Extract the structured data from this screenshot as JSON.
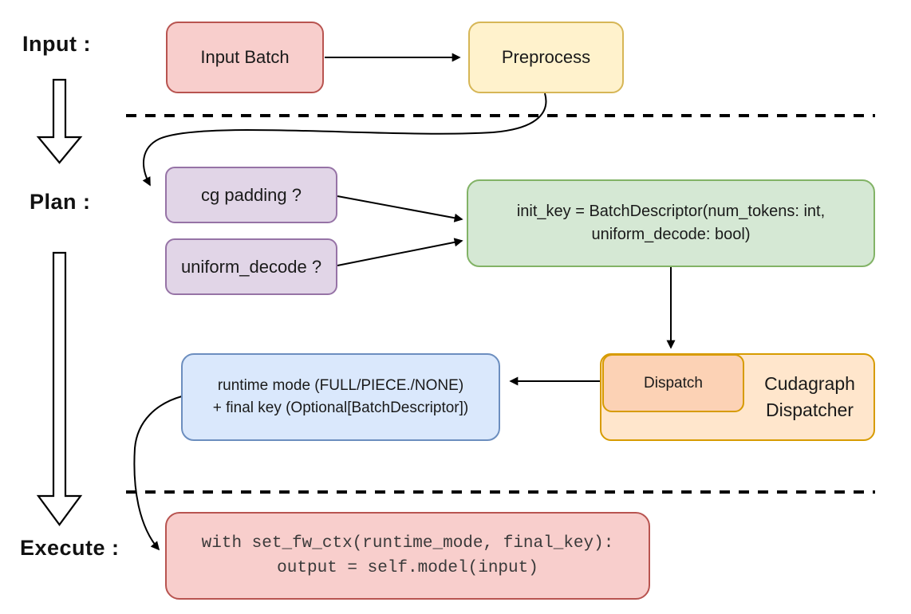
{
  "palette": {
    "pink_fill": "#f8cecc",
    "pink_border": "#b85450",
    "yellow_fill": "#fff2cc",
    "yellow_border": "#d6b656",
    "purple_fill": "#e1d5e7",
    "purple_border": "#9673a6",
    "green_fill": "#d5e8d4",
    "green_border": "#82b366",
    "blue_fill": "#dae8fc",
    "blue_border": "#6c8ebf",
    "orange_fill": "#ffe6cc",
    "orange_border": "#d79b00",
    "salmon_fill": "#fcd2b5",
    "line_color": "#000000"
  },
  "stage_labels": {
    "input": "Input :",
    "plan": "Plan :",
    "execute": "Execute :"
  },
  "nodes": {
    "input_batch": {
      "label": "Input Batch"
    },
    "preprocess": {
      "label": "Preprocess"
    },
    "cg_padding": {
      "label": "cg padding ?"
    },
    "uniform_decode": {
      "label": "uniform_decode ?"
    },
    "init_key": {
      "line1": "init_key = BatchDescriptor(num_tokens: int,",
      "line2": "uniform_decode: bool)"
    },
    "dispatch": {
      "label": "Dispatch"
    },
    "cudagraph_dispatcher": {
      "line1": "Cudagraph",
      "line2": "Dispatcher"
    },
    "runtime_mode": {
      "line1": "runtime mode (FULL/PIECE./NONE)",
      "line2": "+ final key (Optional[BatchDescriptor])"
    },
    "execute_code": {
      "line1": "with set_fw_ctx(runtime_mode, final_key):",
      "line2": "output = self.model(input)"
    }
  }
}
